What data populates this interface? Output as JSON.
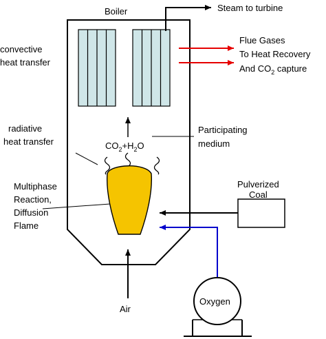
{
  "labels": {
    "boiler": "Boiler",
    "steam_to_turbine": "Steam to turbine",
    "flue_line1": "Flue Gases",
    "flue_line2": "To Heat Recovery",
    "flue_line3_pre": "And CO",
    "flue_line3_sub": "2",
    "flue_line3_post": " capture",
    "convective_line1": "convective",
    "convective_line2": "heat transfer",
    "radiative_line1": "radiative",
    "radiative_line2": "heat transfer",
    "participating_line1": "Participating",
    "participating_line2": "medium",
    "eq_co": "CO",
    "eq_sub1": "2",
    "eq_plus_h": "+H",
    "eq_sub2": "2",
    "eq_o": "O",
    "multiphase_line1": "Multiphase",
    "multiphase_line2": "Reaction,",
    "multiphase_line3": "Diffusion",
    "multiphase_line4": "Flame",
    "pulverized_line1": "Pulverized",
    "pulverized_line2": "Coal",
    "air": "Air",
    "oxygen": "Oxygen"
  },
  "colors": {
    "tube_fill": "#cfe6e8",
    "flame_fill": "#f5c400",
    "flue_arrow": "#e60000",
    "oxygen_line": "#0000cc",
    "outline": "#000000"
  }
}
